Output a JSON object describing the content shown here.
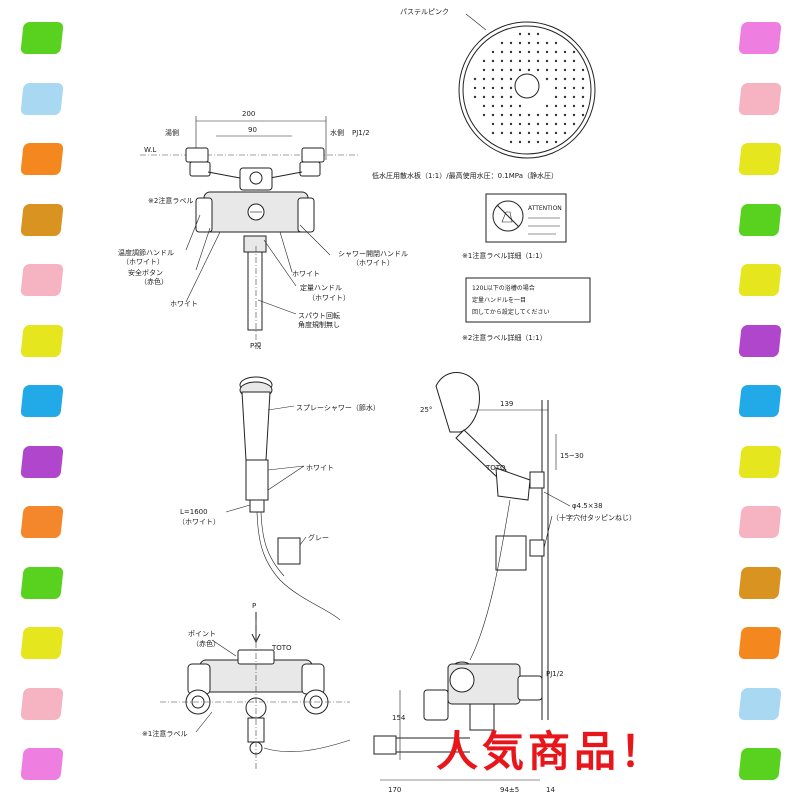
{
  "swatches": {
    "left": [
      "#59d21f",
      "#a9d8f2",
      "#f4881f",
      "#d89321",
      "#f6b4c2",
      "#e6e61f",
      "#22a9e8",
      "#b046cc",
      "#f4862c",
      "#59d21f",
      "#e6e61f",
      "#f6b4c2",
      "#ee7ee0"
    ],
    "right": [
      "#ee7ee0",
      "#f6b4c2",
      "#e6e61f",
      "#59d21f",
      "#e6e61f",
      "#b046cc",
      "#22a9e8",
      "#e6e61f",
      "#f6b4c2",
      "#d89321",
      "#f4881f",
      "#a9d8f2",
      "#59d21f"
    ]
  },
  "top_view": {
    "dim_200": "200",
    "dim_90": "90",
    "hot_label": "湯側",
    "cold_label": "水側",
    "wl": "W.L",
    "pj": "PJ1/2",
    "caution2": "※2注意ラベル",
    "temp_handle": "温度調節ハンドル",
    "temp_handle_color": "（ホワイト）",
    "safety_button": "安全ボタン",
    "safety_button_color": "（赤色）",
    "white_a": "ホワイト",
    "shower_handle": "シャワー開閉ハンドル",
    "shower_handle_color": "（ホワイト）",
    "white_b": "ホワイト",
    "fixed_handle": "定量ハンドル",
    "fixed_handle_color": "（ホワイト）",
    "spout": "スパウト回転",
    "spout2": "角度規制無し",
    "p_view": "P視"
  },
  "shower_head": {
    "pastel": "パステルピンク",
    "note": "低水圧用散水板（1:1）/最高使用水圧：0.1MPa（静水圧）"
  },
  "label1": {
    "warn_title": "ATTENTION",
    "caption": "※1注意ラベル詳細（1:1）"
  },
  "label2": {
    "line1": "120L以下の浴槽の場合",
    "line2": "定量ハンドルを一目",
    "line3": "回してから設定してください",
    "caption": "※2注意ラベル詳細（1:1）"
  },
  "middle_left": {
    "spray": "スプレーシャワー（節水）",
    "white": "ホワイト",
    "hose": "L=1600",
    "hose_color": "（ホワイト）",
    "gray": "グレー"
  },
  "middle_right": {
    "angle": "25°",
    "dim_139": "139",
    "dim_15_30": "15~30",
    "toto": "TOTO",
    "screw": "φ4.5×38",
    "screw_note": "（十字穴付タッピンねじ）"
  },
  "bottom_left": {
    "p": "P",
    "point": "ポイント",
    "point_color": "（赤色）",
    "toto": "TOTO",
    "caution1": "※1注意ラベル"
  },
  "bottom_right": {
    "pj": "PJ1/2",
    "dim_154": "154",
    "dim_170": "170",
    "dim_94": "94±5",
    "dim_14": "14"
  },
  "badge": "人気商品！"
}
